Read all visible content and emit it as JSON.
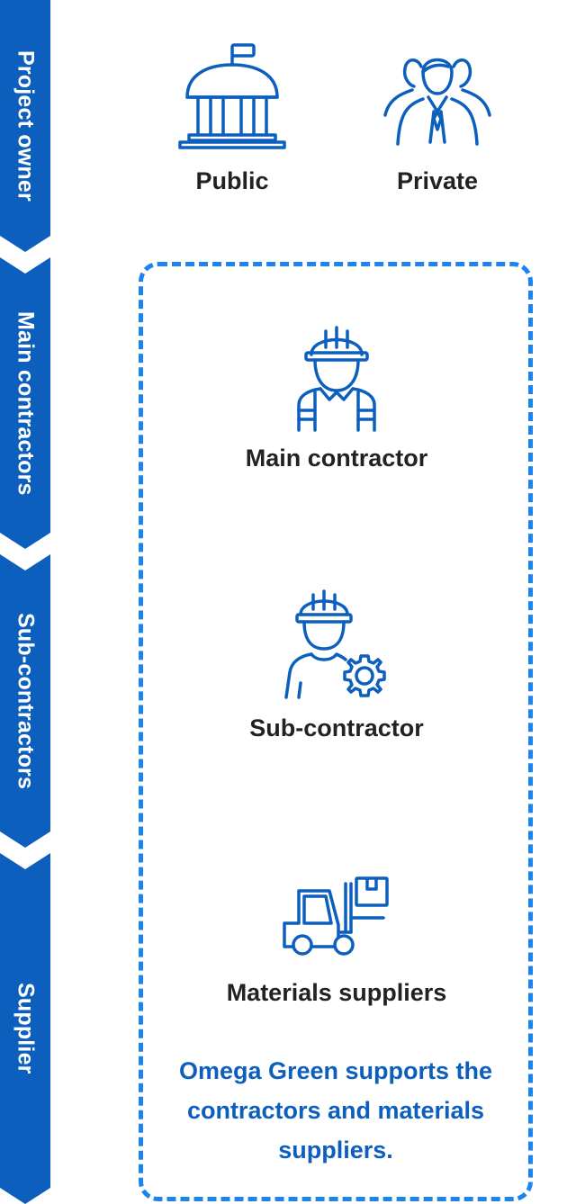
{
  "stages": [
    {
      "label": "Project owner"
    },
    {
      "label": "Main contractors"
    },
    {
      "label": "Sub-contractors"
    },
    {
      "label": "Supplier"
    }
  ],
  "owners": {
    "public": {
      "label": "Public",
      "icon": "government-building-icon"
    },
    "private": {
      "label": "Private",
      "icon": "businesspeople-icon"
    }
  },
  "roles": {
    "main": {
      "label": "Main contractor",
      "icon": "hard-hat-worker-icon"
    },
    "sub": {
      "label": "Sub-contractor",
      "icon": "worker-gear-icon"
    },
    "suppliers": {
      "label": "Materials suppliers",
      "icon": "forklift-icon"
    }
  },
  "note": "Omega Green supports the contractors and materials suppliers.",
  "colors": {
    "stage": "#0c5fbd",
    "dash": "#1b84f0",
    "icon": "#0c5fbd",
    "note": "#0c5fbd"
  }
}
